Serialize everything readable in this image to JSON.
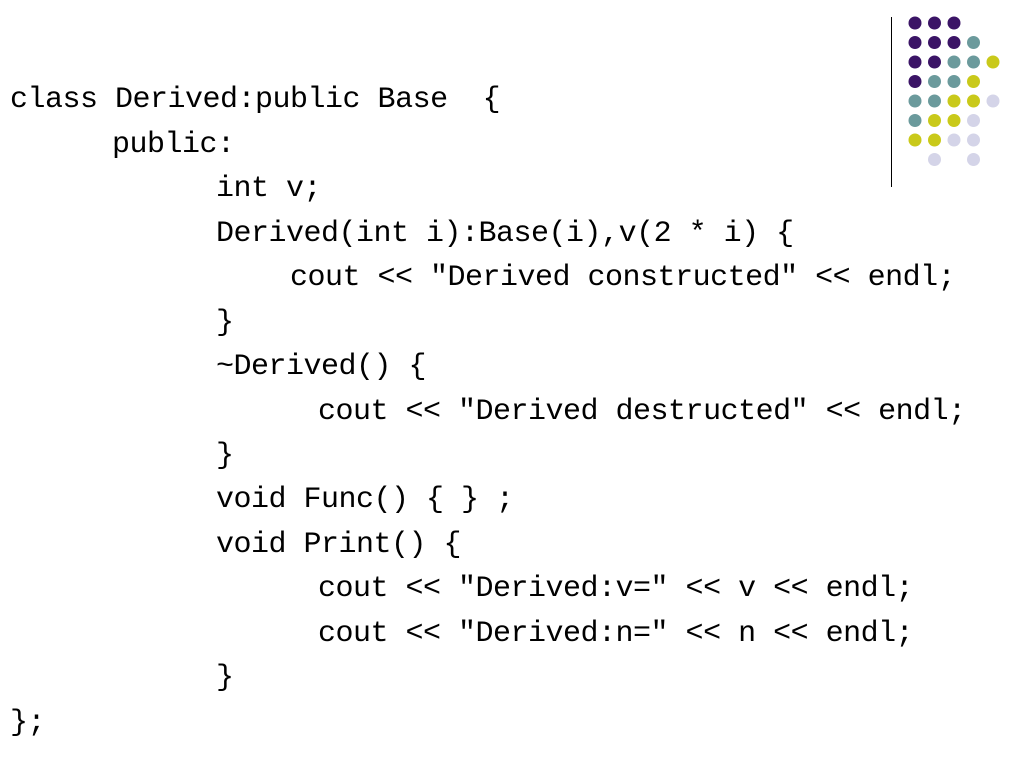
{
  "code": {
    "lines": [
      "class Derived:public Base  {",
      "public:",
      "int v;",
      "Derived(int i):Base(i),v(2 * i) {",
      "cout << ″Derived constructed″ << endl;",
      "}",
      "~Derived() {",
      "cout << ″Derived destructed″ << endl;",
      "}",
      "void Func() { } ;",
      "void Print() {",
      "cout << ″Derived:v=″ << v << endl;",
      "cout << ″Derived:n=″ << n << endl;",
      "}",
      "};"
    ]
  },
  "decoration": {
    "dot_colors": {
      "purple": "#3b1466",
      "teal": "#6b9a9c",
      "yellow": "#c9c91a",
      "lavender": "#d4d4e8"
    },
    "dot_rows": [
      [
        "purple",
        "purple",
        "purple",
        null
      ],
      [
        "purple",
        "purple",
        "purple",
        "teal"
      ],
      [
        "purple",
        "purple",
        "teal",
        "teal",
        "yellow"
      ],
      [
        "purple",
        "teal",
        "teal",
        "yellow"
      ],
      [
        "teal",
        "teal",
        "yellow",
        "yellow",
        "lavender"
      ],
      [
        "teal",
        "yellow",
        "yellow",
        "lavender"
      ],
      [
        "yellow",
        "yellow",
        "lavender",
        "lavender"
      ],
      [
        null,
        "lavender",
        null,
        "lavender"
      ]
    ]
  }
}
